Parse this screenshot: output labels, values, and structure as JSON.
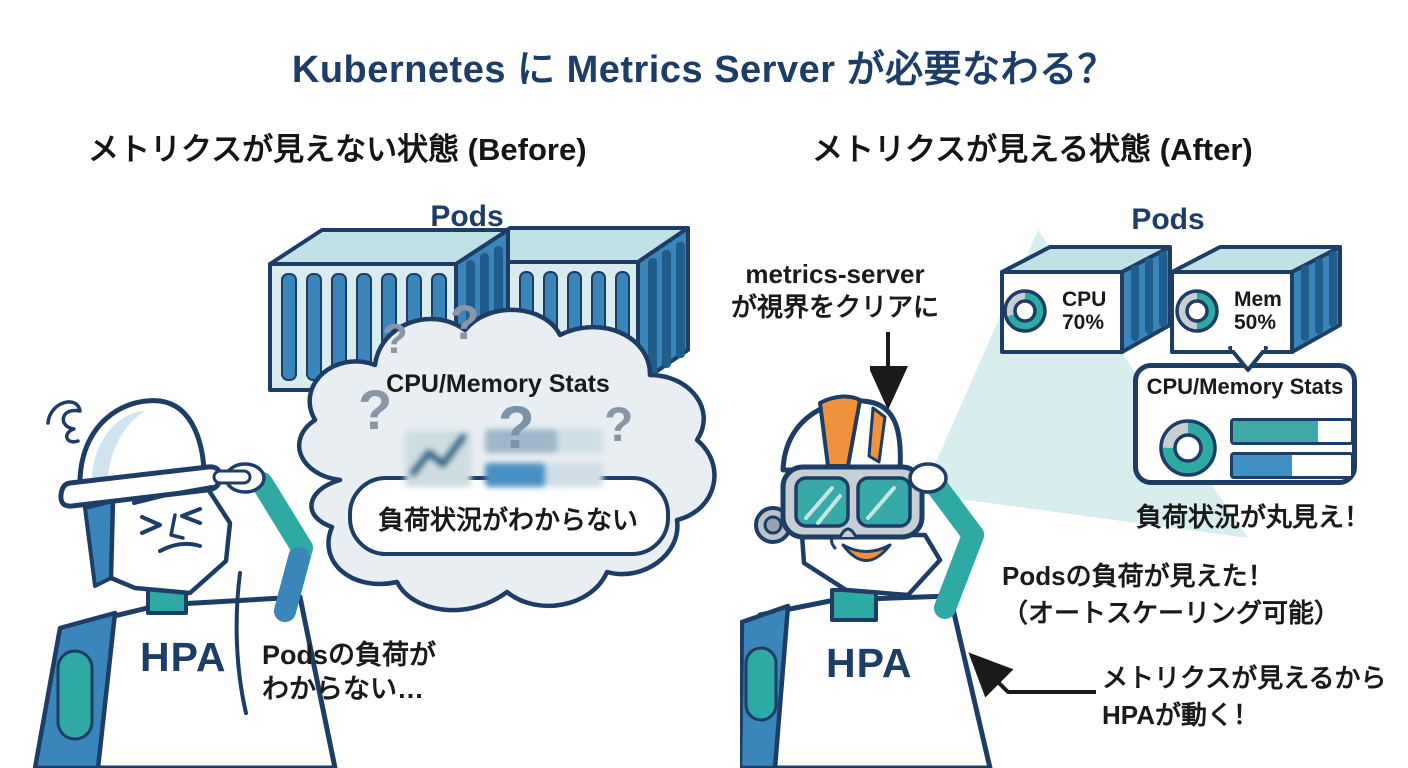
{
  "title": "Kubernetes に Metrics Server が必要なわる？",
  "before": {
    "header": "メトリクスが見えない状態 (Before)",
    "pods_label": "Pods",
    "question_mark": "?",
    "cloud_stats_title": "CPU/Memory Stats",
    "cloud_status": "負荷状況がわからない",
    "hpa_label": "HPA",
    "caption": "Podsの負荷が\nわからない…"
  },
  "after": {
    "header": "メトリクスが見える状態 (After)",
    "pods_label": "Pods",
    "metrics_server_note": "metrics-server\nが視界をクリアに",
    "pods": [
      {
        "name": "CPU",
        "value": "70%",
        "percent": 70
      },
      {
        "name": "Mem",
        "value": "50%",
        "percent": 50
      }
    ],
    "stats_panel": {
      "title": "CPU/Memory Stats",
      "donut_percent": 75,
      "bar1_percent": 72,
      "bar2_percent": 50,
      "bar1_color": "#3fa9a6",
      "bar2_color": "#4090c4"
    },
    "visible_caption": "負荷状況が丸見え！",
    "hpa_label": "HPA",
    "pods_load_caption": "Podsの負荷が見えた！\n（オートスケーリング可能）",
    "hpa_works_caption": "メトリクスが見えるから\nHPAが動く！"
  },
  "colors": {
    "navy": "#1e3d66",
    "teal": "#2fa9a4",
    "blue": "#3a86bb",
    "orange": "#f0923b",
    "cloud_fill": "#e9eef3",
    "question_gray": "#8a96a6",
    "beam": "#a8d6da"
  }
}
